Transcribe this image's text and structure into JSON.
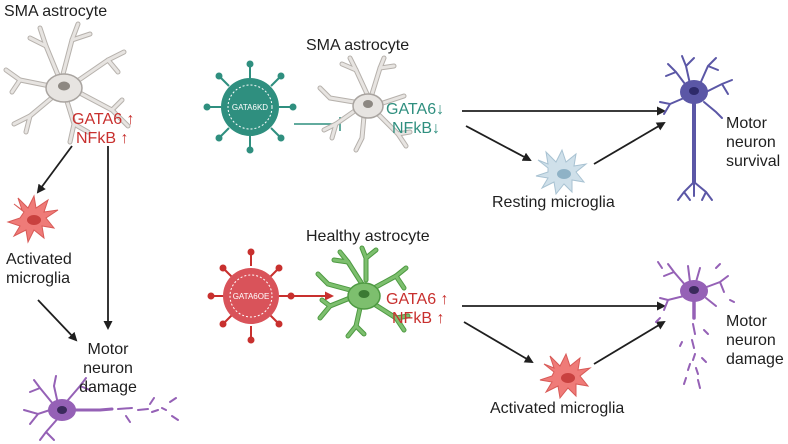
{
  "left_panel": {
    "title": "SMA astrocyte",
    "gata6": "GATA6 ↑",
    "nfkb": "NFkB ↑",
    "microglia": [
      "Activated",
      "microglia"
    ],
    "damage": [
      "Motor",
      "neuron",
      "damage"
    ]
  },
  "top_panel": {
    "title": "SMA astrocyte",
    "virus_label": "GATA6KD",
    "gata6": "GATA6↓",
    "nfkb": "NFkB↓",
    "microglia": "Resting microglia",
    "outcome": [
      "Motor",
      "neuron",
      "survival"
    ]
  },
  "bottom_panel": {
    "title": "Healthy astrocyte",
    "virus_label": "GATA6OE",
    "gata6": "GATA6 ↑",
    "nfkb": "NFkB ↑",
    "microglia": "Activated microglia",
    "outcome": [
      "Motor",
      "neuron",
      "damage"
    ]
  },
  "colors": {
    "astrocyte_gray": "#e7e4e1",
    "astrocyte_green": "#7dbf6e",
    "virus_teal": "#2f8f7f",
    "virus_red": "#d9535a",
    "microglia_red": "#ef7b78",
    "microglia_rest": "#cfe0ea",
    "neuron_blue": "#5b57a6",
    "neuron_purple": "#9561b6",
    "arrow_red": "#c8302e"
  }
}
